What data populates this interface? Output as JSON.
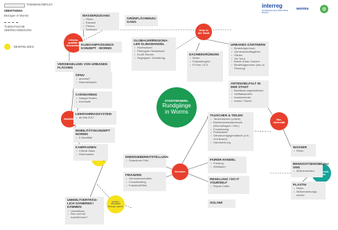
{
  "legend": {
    "theme": "THEMENKOMPLEX",
    "topic_title": "ÜBERTHEMA",
    "topic_sub": "Bezogen in Worms",
    "crossover": "THEMATISCHE ÜBERSCHNEIDUNG",
    "example": "BEISPIELIDEN",
    "colors": {
      "red": "#e8402c",
      "yellow": "#f6e21b",
      "teal": "#15a39a",
      "green": "#1c9b52"
    }
  },
  "logos": {
    "interreg": "interreg",
    "interreg_sub": "Nordwesteuropa North-West Europe",
    "worms": "worms"
  },
  "center": {
    "kicker": "STADTWANDEL",
    "title1": "Rundgänge",
    "title2": "in Worms"
  },
  "circles": {
    "lebensqualitaet": "Lebens-qualität / Gesundheit",
    "grun": "Grün in der Stadt",
    "mobilitaet": "Mobilität",
    "biodiversitaet": "Bio-diversität",
    "energiegewinnung": "Energiege-winnung",
    "konsum": "Konsum",
    "ressourcen": "Ressourcen-schutz",
    "energie_beispiel": "gemein-schaftlich Energie sparen"
  },
  "boxes": {
    "wasserzugang": {
      "title": "WASSERZUGANG",
      "items": [
        "Rhein",
        "Eisbach",
        "Pfrimm",
        "Seebach"
      ]
    },
    "gruenflaechen": {
      "title": "GRÜNFLÄCHENZU-GANG",
      "items": []
    },
    "klimaanpassung": {
      "title": "KLIMAANPASSUNGS-KONZEPT - WORMS",
      "items": []
    },
    "versiegelung": {
      "title": "VERSIEGELUNG VON URBANEN FLÄCHEN",
      "items": []
    },
    "globaler": {
      "title": "GLOBALER/REGIONA-LER KLIMAWANDEL",
      "items": [
        "Hochwasser",
        "Rheingole Hessisbach",
        "KLAR Worms",
        "Regelgeld / Schildbürg."
      ]
    },
    "dachbegruenung": {
      "title": "DACHBEGRÜNUNG",
      "items": [
        "Wohn",
        "Fassadengrün",
        "R-Plus / R-S"
      ]
    },
    "urbanes": {
      "title": "URBANES GÄRTNERN",
      "items": [
        "Bindeträgerinnen",
        "Gemeinschaftsgärten",
        "Gärten",
        "Vie Terra",
        "Bündt Urban Garden",
        "Bindeträgerinnen (neu in Planung)"
      ]
    },
    "artenvielfalt": {
      "title": "ARTENVIELFALT IN DER STADT",
      "items": [
        "Bewässerungsstationen",
        "Vielfaltsandeln",
        "Insektenhotel",
        "Insekt / Storch"
      ]
    },
    "oepnv": {
      "title": "ÖPNV",
      "items": [
        "ameriss?",
        "Rammelsbach"
      ]
    },
    "carsharing": {
      "title": "CARSHARING",
      "items": [
        "Haagst Straße",
        "Kernhalle"
      ]
    },
    "leihfahrrad": {
      "title": "LEIHFAHRRADSYSTEM",
      "items": [
        "ab Mai 2017"
      ]
    },
    "mobilitaetskonzept": {
      "title": "MOBILITÄTSKONZEPT WORMS",
      "items": [
        "E-Mobilität"
      ]
    },
    "kampagnen": {
      "title": "KAMPAGNEN",
      "items": [
        "Critical Mass",
        "Rheinradeln"
      ]
    },
    "tauschen": {
      "title": "TAUSCHEN & TEILEN",
      "items": [
        "Tauschbörsen (online)",
        "Bücherschranktschrank (Wormshagen / Hist.)",
        "Foodsharing",
        "Porteplanet",
        "Gebrauchsgegenstände (z.B. 2nd Brand)",
        "Handwerk.org"
      ]
    },
    "fairer": {
      "title": "FAIRER HANDEL",
      "items": [
        "Frietung",
        "Weltladen"
      ]
    },
    "reselling": {
      "title": "RESELLING / DO IT YOURSELF",
      "items": [
        "Repair Cafés"
      ]
    },
    "solawi": {
      "title": "SOLAWI",
      "items": []
    },
    "wasser": {
      "title": "WASSER",
      "items": [
        "Rhein"
      ]
    },
    "bewusstsein": {
      "title": "BEWUSSTSEINSBILDU-UNG",
      "items": [
        "Müllvermeiden"
      ]
    },
    "plastik": {
      "title": "PLASTIK",
      "items": [
        "Rhein",
        "Müllverwertungs-woche"
      ]
    },
    "energiebereitstellung": {
      "title": "ENERGIEBEREITSTELLUNG",
      "items": [
        "Solarstrom Feld"
      ]
    },
    "finanzen": {
      "title": "FINANZEN",
      "items": [
        "Genossenschaften",
        "Crowdfunding",
        "Frankfurt/Ethik"
      ]
    },
    "umweltvertraeg": {
      "title": "UMWELTVERTRÄG-LICH SANIEREN / DÄMMEN",
      "items": [
        "Umweltbau",
        "Rez und mit maßiZimmer?"
      ]
    }
  }
}
